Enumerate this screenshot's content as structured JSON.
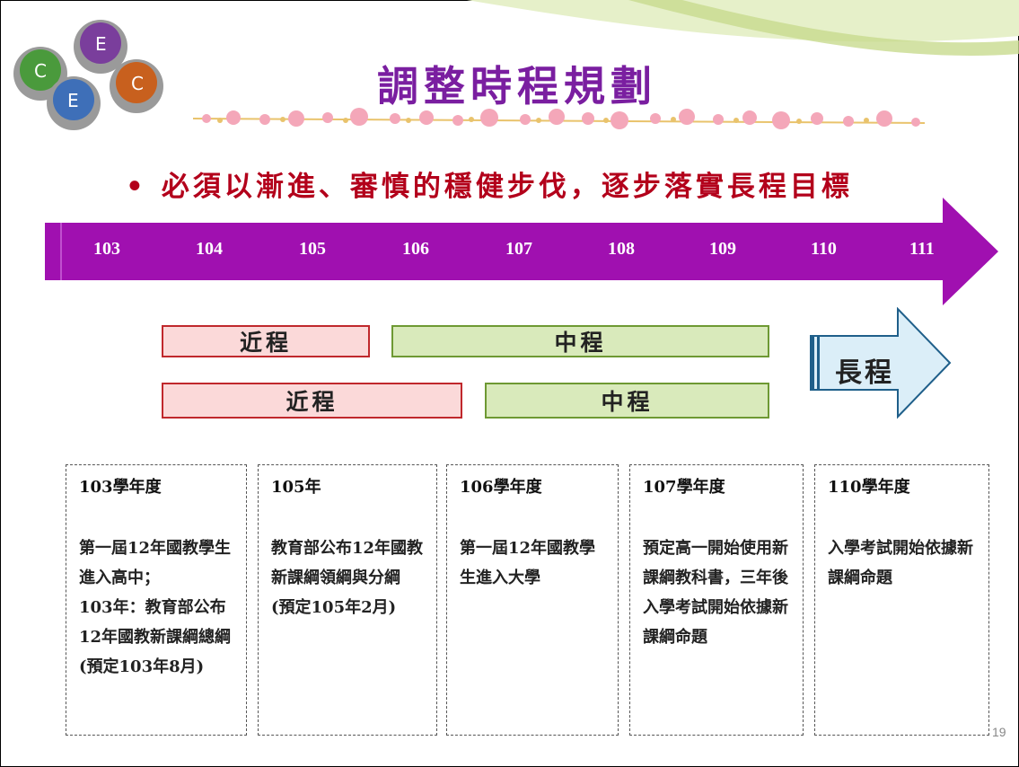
{
  "slide": {
    "title": "調整時程規劃",
    "bullet": "必須以漸進、審慎的穩健步伐，逐步落實長程目標",
    "page_number": "19"
  },
  "logo": {
    "letters": [
      "C",
      "E",
      "E",
      "C"
    ]
  },
  "timeline": {
    "years": [
      "103",
      "104",
      "105",
      "106",
      "107",
      "108",
      "109",
      "110",
      "111"
    ],
    "color": "#a010b0"
  },
  "phases": {
    "row1": {
      "near": "近程",
      "mid": "中程"
    },
    "row2": {
      "near": "近程",
      "mid": "中程"
    },
    "long": "長程"
  },
  "cards": [
    {
      "head": "103學年度",
      "lines": [
        "第一屆12年國教學生進入高中；",
        "103年：教育部公布12年國教新課綱總綱",
        "(預定103年8月)"
      ]
    },
    {
      "head": "105年",
      "lines": [
        "教育部公布12年國教新課綱領綱與分綱",
        "(預定105年2月)"
      ]
    },
    {
      "head": "106學年度",
      "lines": [
        "第一屆12年國教學生進入大學"
      ]
    },
    {
      "head": "107學年度",
      "lines": [
        "預定高一開始使用新課綱教科書，三年後入學考試開始依據新課綱命題"
      ]
    },
    {
      "head": "110學年度",
      "lines": [
        "入學考試開始依據新課綱命題"
      ]
    }
  ]
}
